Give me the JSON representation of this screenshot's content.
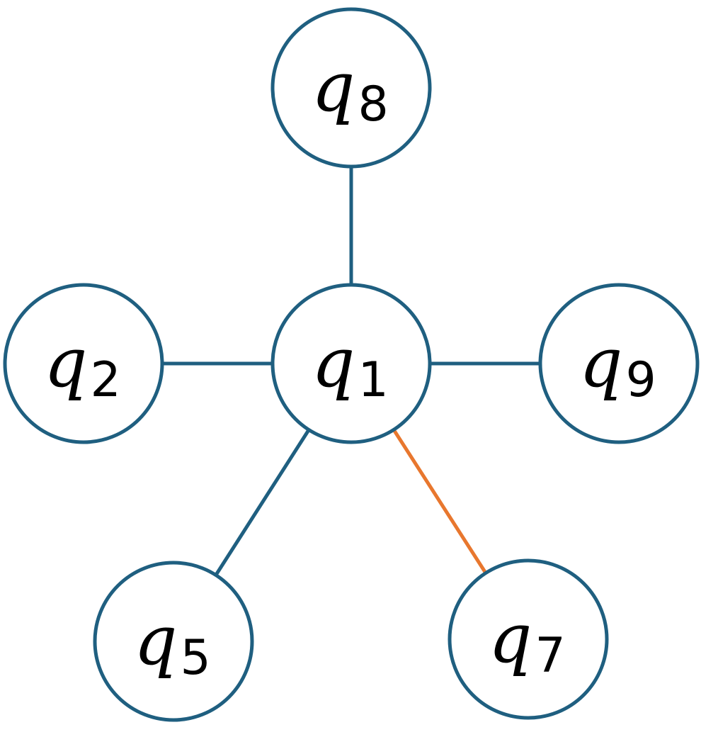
{
  "colors": {
    "node_stroke": "#1f5f80",
    "edge_default": "#1f5f80",
    "edge_highlight": "#e8772e",
    "text": "#000000",
    "background": "#ffffff"
  },
  "nodes": [
    {
      "id": "q8",
      "variable": "q",
      "subscript": "8"
    },
    {
      "id": "q2",
      "variable": "q",
      "subscript": "2"
    },
    {
      "id": "q1",
      "variable": "q",
      "subscript": "1"
    },
    {
      "id": "q9",
      "variable": "q",
      "subscript": "9"
    },
    {
      "id": "q5",
      "variable": "q",
      "subscript": "5"
    },
    {
      "id": "q7",
      "variable": "q",
      "subscript": "7"
    }
  ],
  "edges": [
    {
      "from": "q1",
      "to": "q8",
      "highlighted": false
    },
    {
      "from": "q1",
      "to": "q2",
      "highlighted": false
    },
    {
      "from": "q1",
      "to": "q9",
      "highlighted": false
    },
    {
      "from": "q1",
      "to": "q5",
      "highlighted": false
    },
    {
      "from": "q1",
      "to": "q7",
      "highlighted": true
    }
  ]
}
